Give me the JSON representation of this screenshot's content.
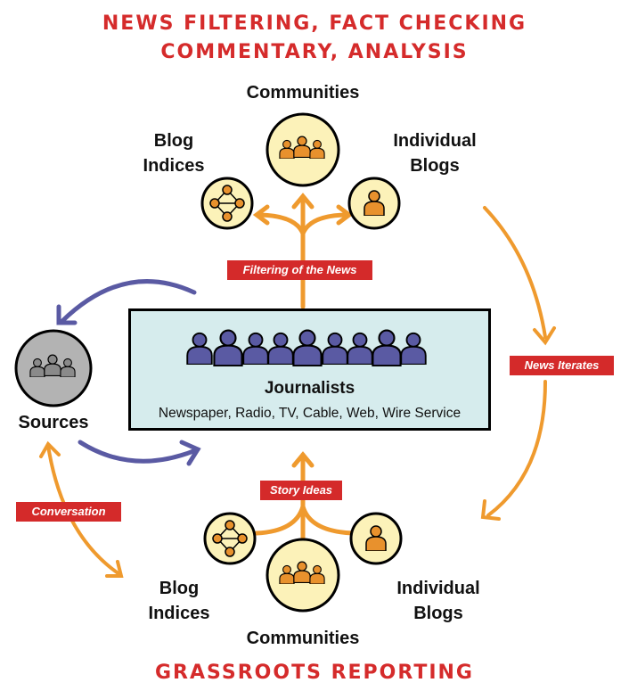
{
  "headings": {
    "top_line1": "NEWS FILTERING, FACT CHECKING",
    "top_line2": "COMMENTARY, ANALYSIS",
    "bottom": "GRASSROOTS REPORTING"
  },
  "top_nodes": {
    "communities": "Communities",
    "blog_indices": [
      "Blog",
      "Indices"
    ],
    "individual_blogs": [
      "Individual",
      "Blogs"
    ]
  },
  "bottom_nodes": {
    "communities": "Communities",
    "blog_indices": [
      "Blog",
      "Indices"
    ],
    "individual_blogs": [
      "Individual",
      "Blogs"
    ]
  },
  "center": {
    "title": "Journalists",
    "subtitle": "Newspaper, Radio, TV, Cable, Web, Wire Service"
  },
  "sources": {
    "label": "Sources"
  },
  "tags": {
    "filtering": "Filtering of the News",
    "news_iterates": "News Iterates",
    "story_ideas": "Story Ideas",
    "conversation": "Conversation"
  },
  "colors": {
    "heading_red": "#d52b2b",
    "tag_red": "#d42a2a",
    "orange": "#ef9a2e",
    "people_orange": "#e8912d",
    "purple": "#5a5aa3",
    "node_fill": "#fcf2b9",
    "box_fill": "#d6eced",
    "sources_fill": "#b3b3b3"
  }
}
